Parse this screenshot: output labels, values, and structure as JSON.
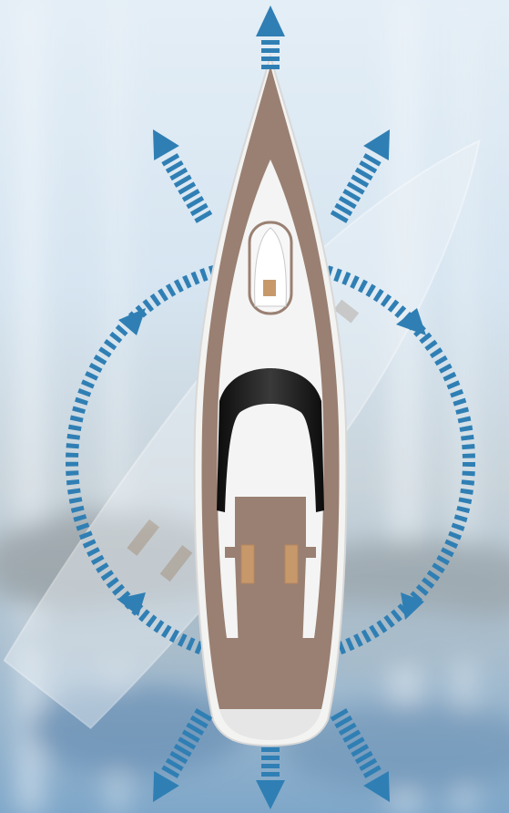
{
  "scene": {
    "subject": "yacht-top-view",
    "ghost_yacht": "rotated-outline",
    "rotation_arrows": "two-way-circle",
    "thrust_arrows": [
      "up",
      "up-left",
      "up-right",
      "down",
      "down-left",
      "down-right"
    ]
  },
  "colors": {
    "arrow": "#2f7fb4",
    "deck": "#9a8072",
    "hull_white": "#f3f3f2",
    "windshield": "#151515",
    "hatch": "#c7996a",
    "background_top": "#dbe8f2",
    "background_mid": "#c9d6df",
    "background_bottom": "#8fb0cc"
  }
}
